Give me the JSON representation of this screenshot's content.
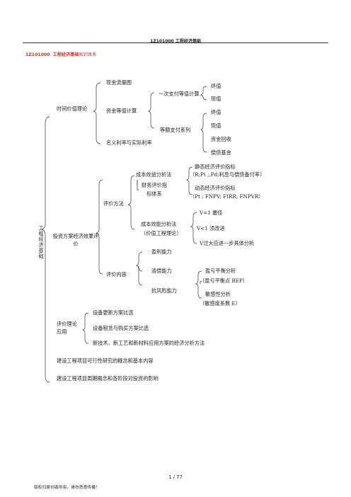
{
  "header": {
    "title": "1Z101000  工程经济基础"
  },
  "section_title": {
    "code": "1Z101000",
    "name": "工程经济基础",
    "suffix": "知识体系"
  },
  "root": "工程经济基础",
  "nodes": {
    "time_value": "时间价值理论",
    "cash_flow": "现金流量图",
    "equiv_calc": "资金等值计算",
    "single_pay": "一次支付等值计算",
    "fv1": "终值",
    "pv1": "现值",
    "equal_pay": "等额支付系列",
    "fv2": "终值",
    "pv2": "现值",
    "capital_recovery": "资金回收",
    "sinking_fund": "偿债基金",
    "rates": "名义利率与实际利率",
    "invest_eval": "投资方案经济效果评价",
    "eval_method": "评价方法",
    "cost_benefit": "成本效益分析法",
    "fin_eval": "财务评价指标体系",
    "static_idx": "静态经济评价指标",
    "static_vals": "（R;Pt ;,Pd;利息与偿债备付率）",
    "dynamic_idx": "动态经济评价指标",
    "dynamic_vals": "（Pt ; FNPV; FIRR; FNPVR）",
    "cost_eff": "成本效能分析法",
    "value_eng": "（价值工程理论）",
    "v1": "V=1 最佳",
    "v2": "V<1 须改进",
    "v3": "V过大应进一步具体分析",
    "eval_content": "评价内容",
    "profit": "盈利能力",
    "solvency": "清偿能力",
    "risk": "抗风险能力",
    "breakeven": "盈亏平衡分析",
    "bep": "（盈亏平衡点 BEP）",
    "sensitivity": "敏感性分析",
    "sens_coef": "（敏感度系数 E）",
    "theory_app": "评价理论应用",
    "app1": "设备更新方案比选",
    "app2": "设备租赁与购买方案比选",
    "app3": "新技术、新工艺和新材料应用方案的经济分析方法",
    "feasibility": "建设工程项目可行性研究的概念和基本内容",
    "lifecycle": "建设工程项目周期概念和各阶段对投资的影响"
  },
  "footer": {
    "page": "1 / 77",
    "copyright": "版权归原创者所有，请勿恶意传播！"
  }
}
